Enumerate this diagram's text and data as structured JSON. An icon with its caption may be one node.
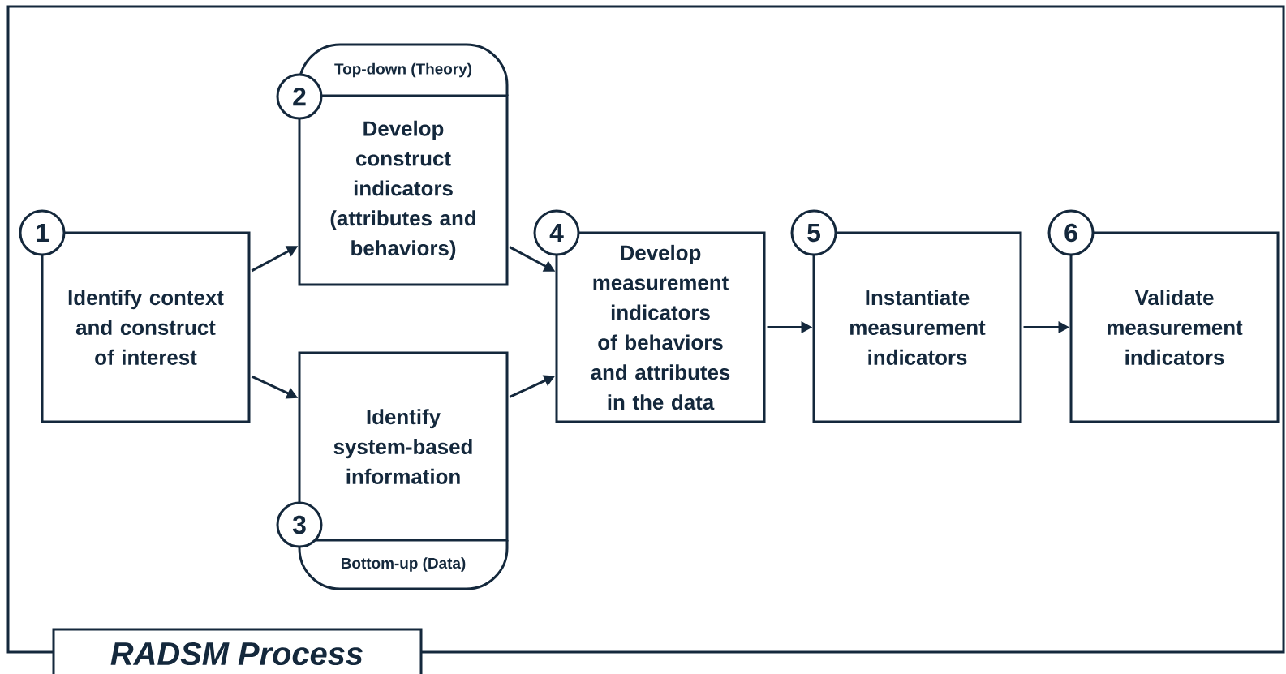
{
  "diagram": {
    "title": "RADSM Process",
    "nodes": [
      {
        "text": [
          "1"
        ]
      },
      {
        "text": [
          "Identify context and construct of interest"
        ]
      },
      {
        "text": [
          "2"
        ]
      },
      {
        "text": [
          "Top-down (Theory)",
          "Develop construct indicators (attributes and behaviors)"
        ]
      },
      {
        "text": [
          "Identify system-based information",
          "Bottom-up (Data)"
        ]
      },
      {
        "text": [
          "3"
        ]
      },
      {
        "text": [
          "4"
        ]
      },
      {
        "text": [
          "Develop measurement indicators of behaviors and attributes in the data"
        ]
      },
      {
        "text": [
          "5"
        ]
      },
      {
        "text": [
          "Instantiate measurement indicators"
        ]
      },
      {
        "text": [
          "6"
        ]
      },
      {
        "text": [
          "Validate measurement indicators"
        ]
      }
    ],
    "edges": [
      {
        "from": 1,
        "to": 3,
        "arrow": "to"
      },
      {
        "from": 1,
        "to": 4,
        "arrow": "to"
      },
      {
        "from": 3,
        "to": 7,
        "arrow": "to"
      },
      {
        "from": 4,
        "to": 7,
        "arrow": "to"
      },
      {
        "from": 7,
        "to": 9,
        "arrow": "to"
      },
      {
        "from": 9,
        "to": 11,
        "arrow": "to"
      }
    ]
  }
}
